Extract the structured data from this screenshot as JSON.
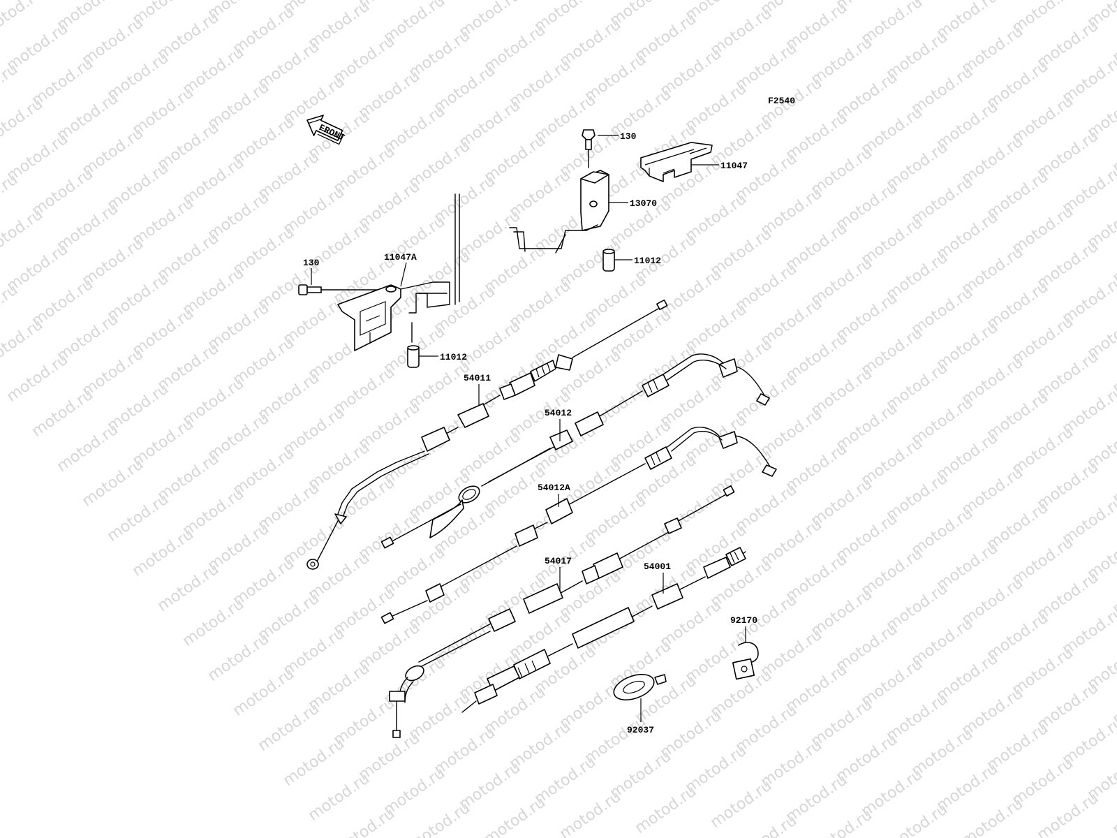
{
  "diagram": {
    "code": "F2540",
    "front_label": "FRONT",
    "watermark_text": "motod.ru",
    "parts": [
      {
        "id": "130-top",
        "label": "130",
        "icon": "bolt-icon"
      },
      {
        "id": "11047",
        "label": "11047",
        "icon": "bracket-icon"
      },
      {
        "id": "13070",
        "label": "13070",
        "icon": "cable-holder-icon"
      },
      {
        "id": "11012-top",
        "label": "11012",
        "icon": "collar-icon"
      },
      {
        "id": "130-left",
        "label": "130",
        "icon": "bolt-icon"
      },
      {
        "id": "11047A",
        "label": "11047A",
        "icon": "bracket-icon"
      },
      {
        "id": "11012-left",
        "label": "11012",
        "icon": "collar-icon"
      },
      {
        "id": "54011",
        "label": "54011",
        "icon": "cable-icon"
      },
      {
        "id": "54012",
        "label": "54012",
        "icon": "cable-icon"
      },
      {
        "id": "54012A",
        "label": "54012A",
        "icon": "cable-icon"
      },
      {
        "id": "54017",
        "label": "54017",
        "icon": "cable-icon"
      },
      {
        "id": "54001",
        "label": "54001",
        "icon": "speedometer-cable-icon"
      },
      {
        "id": "92170",
        "label": "92170",
        "icon": "clamp-icon"
      },
      {
        "id": "92037",
        "label": "92037",
        "icon": "grommet-icon"
      }
    ]
  }
}
